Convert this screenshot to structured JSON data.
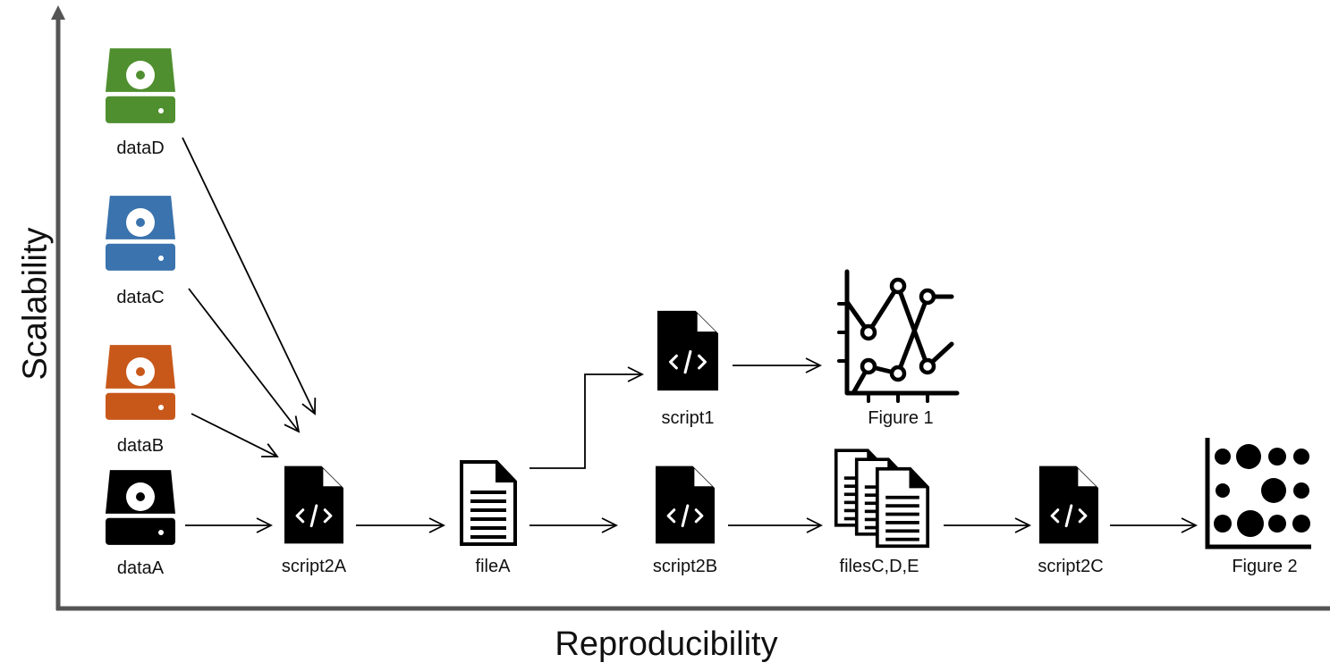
{
  "axes": {
    "x_label": "Reproducibility",
    "y_label": "Scalability",
    "axis_color": "#555555"
  },
  "nodes": {
    "dataD": {
      "label": "dataD",
      "icon": "hard-drive-icon",
      "color": "#4f8f2f"
    },
    "dataC": {
      "label": "dataC",
      "icon": "hard-drive-icon",
      "color": "#3a73ad"
    },
    "dataB": {
      "label": "dataB",
      "icon": "hard-drive-icon",
      "color": "#c8581a"
    },
    "dataA": {
      "label": "dataA",
      "icon": "hard-drive-icon",
      "color": "#000000"
    },
    "script2A": {
      "label": "script2A",
      "icon": "code-file-icon",
      "color": "#000000"
    },
    "fileA": {
      "label": "fileA",
      "icon": "text-document-icon",
      "color": "#000000"
    },
    "script1": {
      "label": "script1",
      "icon": "code-file-icon",
      "color": "#000000"
    },
    "figure1": {
      "label": "Figure 1",
      "icon": "line-chart-icon",
      "color": "#000000"
    },
    "script2B": {
      "label": "script2B",
      "icon": "code-file-icon",
      "color": "#000000"
    },
    "filesCDE": {
      "label": "filesC,D,E",
      "icon": "multiple-documents-icon",
      "color": "#000000"
    },
    "script2C": {
      "label": "script2C",
      "icon": "code-file-icon",
      "color": "#000000"
    },
    "figure2": {
      "label": "Figure 2",
      "icon": "dot-plot-icon",
      "color": "#000000"
    }
  },
  "edges": [
    {
      "from": "dataD",
      "to": "script2A"
    },
    {
      "from": "dataC",
      "to": "script2A"
    },
    {
      "from": "dataB",
      "to": "script2A"
    },
    {
      "from": "dataA",
      "to": "script2A"
    },
    {
      "from": "script2A",
      "to": "fileA"
    },
    {
      "from": "fileA",
      "to": "script1"
    },
    {
      "from": "script1",
      "to": "figure1"
    },
    {
      "from": "fileA",
      "to": "script2B"
    },
    {
      "from": "script2B",
      "to": "filesCDE"
    },
    {
      "from": "filesCDE",
      "to": "script2C"
    },
    {
      "from": "script2C",
      "to": "figure2"
    }
  ]
}
